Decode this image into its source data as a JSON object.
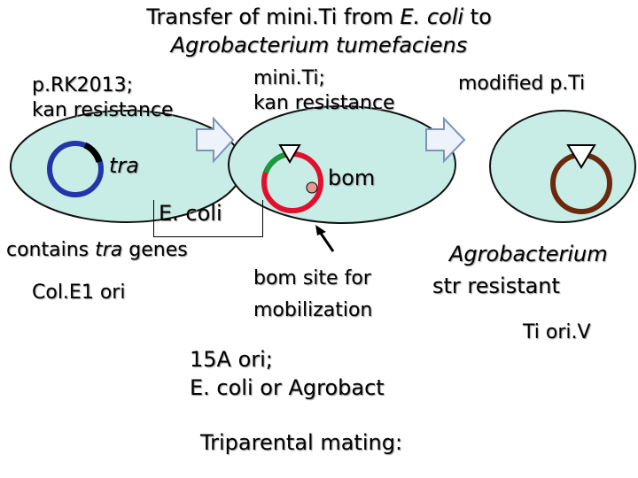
{
  "title": {
    "line1_prefix": "Transfer of mini.Ti from ",
    "line1_italic": "E. coli",
    "line1_suffix": " to",
    "line2": "Agrobacterium tumefaciens"
  },
  "plasmids": {
    "prk2013_line1": "p.RK2013;",
    "prk2013_line2": "kan resistance",
    "miniti_line1": "mini.Ti;",
    "miniti_line2": "kan resistance",
    "modified_pti": "modified p.Ti"
  },
  "labels": {
    "tra": "tra",
    "bom": "bom",
    "ecoli": "E. coli",
    "contains_prefix": "contains ",
    "contains_italic": "tra",
    "contains_suffix": " genes",
    "cole1": "Col.E1 ori",
    "bom_site_line1": "bom site for",
    "bom_site_line2": "mobilization",
    "ori15a_line1": "15A ori;",
    "ori15a_line2": "E. coli or Agrobact",
    "agro_line1": "Agrobacterium",
    "agro_line2": "str resistant",
    "ti_oriv": "Ti ori.V",
    "triparental": "Triparental mating:"
  },
  "colors": {
    "cell_fill": "#c7ede6",
    "cell_stroke": "#111111",
    "prk_ring": "#2236a8",
    "miniti_ring": "#e0102e",
    "miniti_segment": "#1a9a3c",
    "pti_ring": "#6b2a0e",
    "arrow_fill": "#eef3fb",
    "arrow_stroke": "#7d93b8",
    "bom_dot": "#e59a92"
  }
}
